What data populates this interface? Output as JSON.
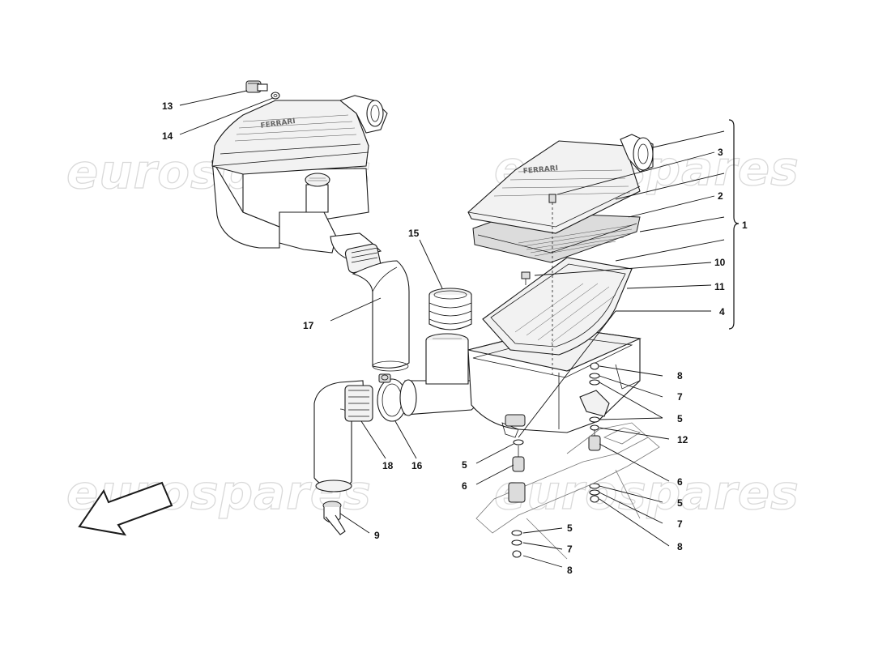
{
  "watermark": "eurospares",
  "callouts": {
    "c1": "1",
    "c2": "2",
    "c3": "3",
    "c4": "4",
    "c5a": "5",
    "c5b": "5",
    "c5c": "5",
    "c5d": "5",
    "c6a": "6",
    "c6b": "6",
    "c7a": "7",
    "c7b": "7",
    "c7c": "7",
    "c8a": "8",
    "c8b": "8",
    "c8c": "8",
    "c9": "9",
    "c10": "10",
    "c11": "11",
    "c12": "12",
    "c13": "13",
    "c14": "14",
    "c15": "15",
    "c16": "16",
    "c17": "17",
    "c18": "18"
  }
}
